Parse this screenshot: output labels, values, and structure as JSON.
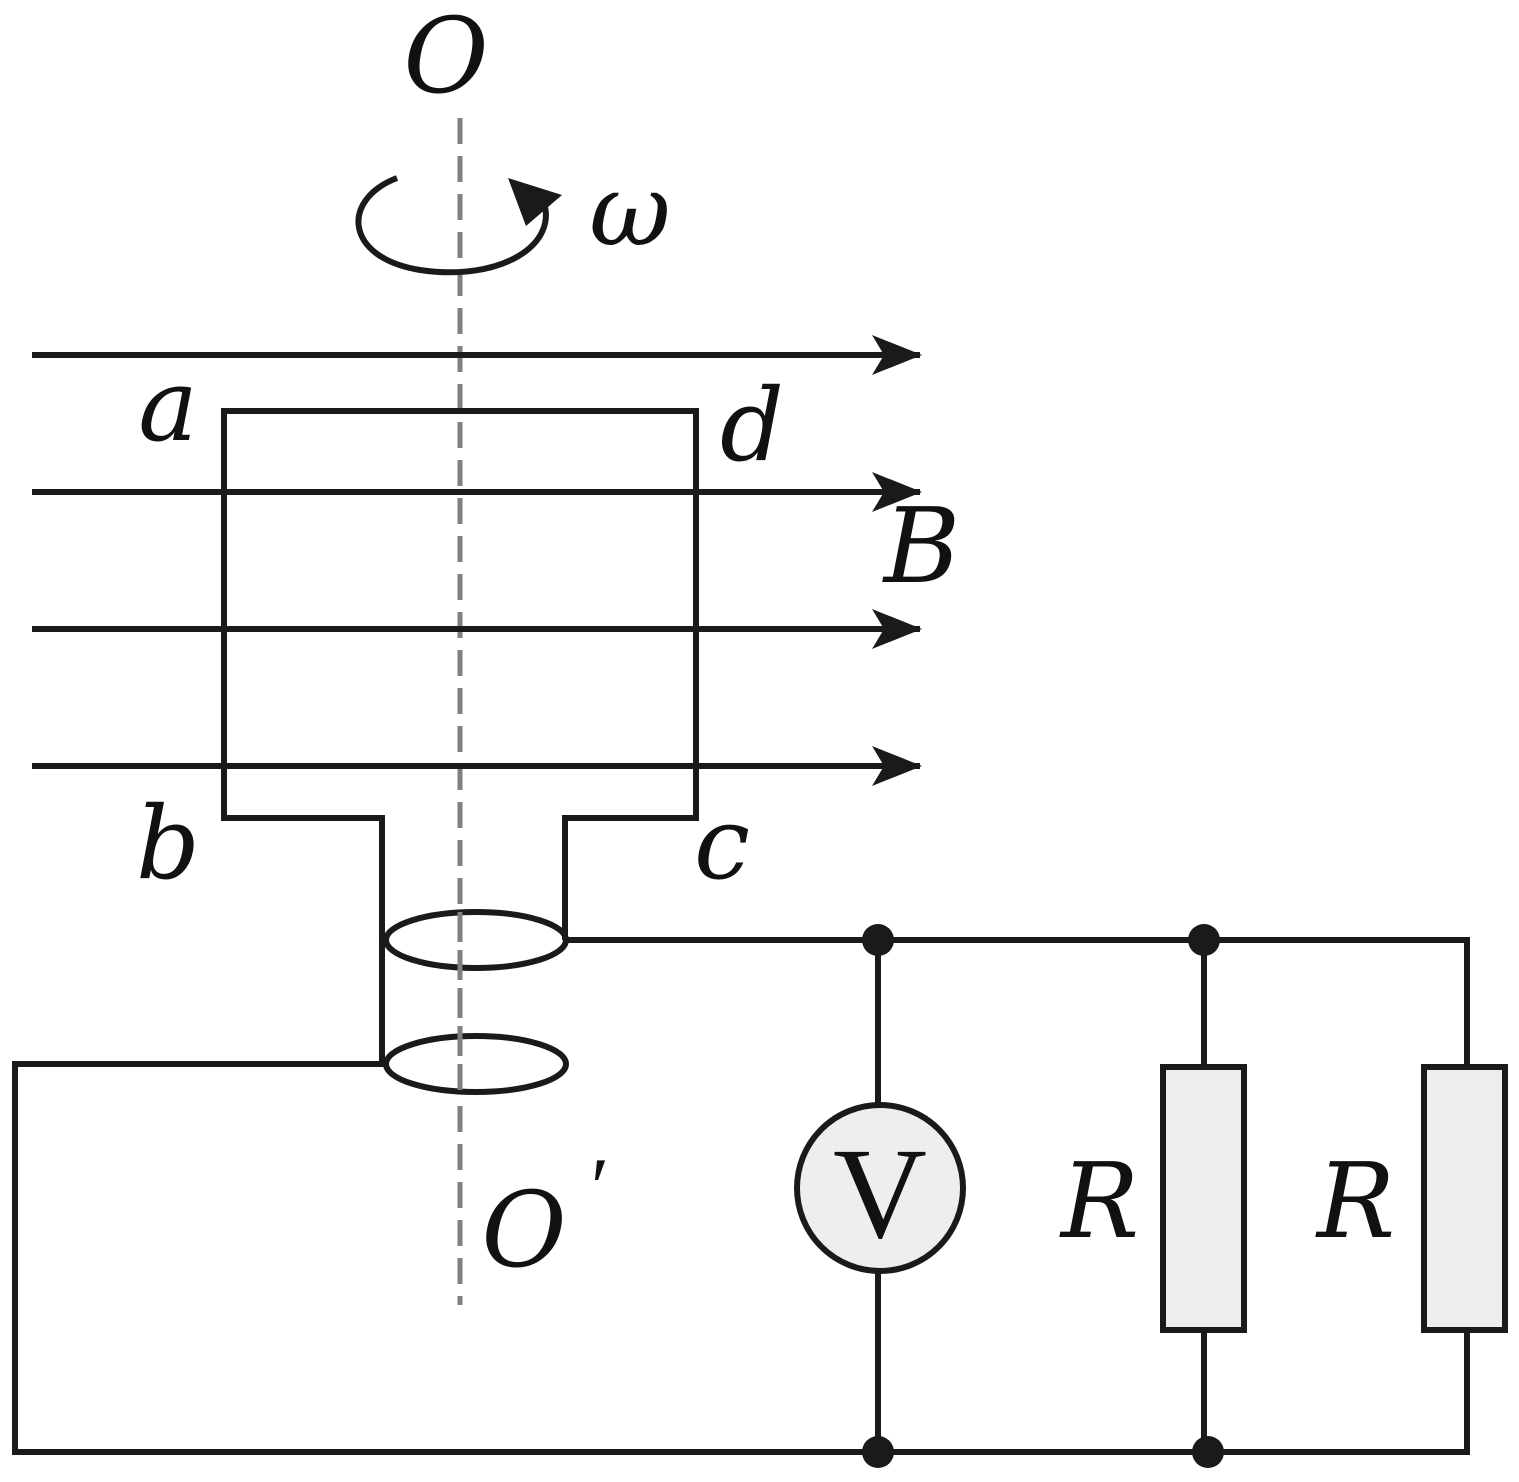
{
  "labels": {
    "axis_top": "O",
    "axis_bottom": "O",
    "axis_bottom_prime": "′",
    "angular_velocity": "ω",
    "field": "B",
    "corner_a": "a",
    "corner_b": "b",
    "corner_c": "c",
    "corner_d": "d",
    "voltmeter": "V",
    "resistor_1": "R",
    "resistor_2": "R"
  },
  "colors": {
    "wire": "#1a1a1a",
    "axis": "#808080",
    "component_fill": "#eeeeee",
    "background": "#ffffff"
  }
}
